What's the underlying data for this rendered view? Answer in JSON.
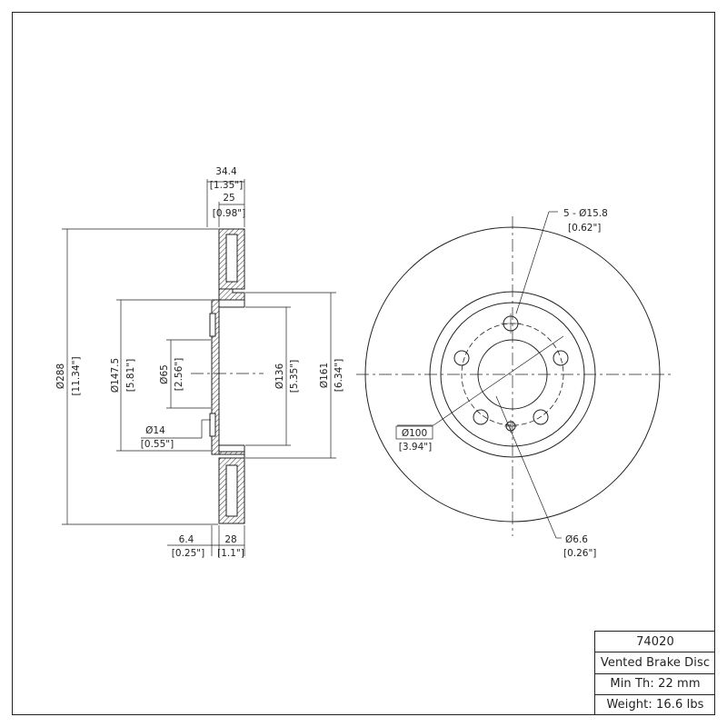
{
  "side_view": {
    "overall_width": "34.4",
    "overall_width_in": "[1.35\"]",
    "disc_thickness": "25",
    "disc_thickness_in": "[0.98\"]",
    "outer_dia": "Ø288",
    "outer_dia_in": "[11.34\"]",
    "d1475": "Ø147.5",
    "d1475_in": "[5.81\"]",
    "center_bore": "Ø65",
    "center_bore_in": "[2.56\"]",
    "stud_hole": "Ø14",
    "stud_hole_in": "[0.55\"]",
    "d136": "Ø136",
    "d136_in": "[5.35\"]",
    "d161": "Ø161",
    "d161_in": "[6.34\"]",
    "hat_thickness": "6.4",
    "hat_thickness_in": "[0.25\"]",
    "hat_depth": "28",
    "hat_depth_in": "[1.1\"]"
  },
  "front_view": {
    "bolt_holes": "5 - Ø15.8",
    "bolt_holes_in": "[0.62\"]",
    "bolt_circle": "Ø100",
    "bolt_circle_in": "[3.94\"]",
    "small_hole": "Ø6.6",
    "small_hole_in": "[0.26\"]"
  },
  "title_block": {
    "part_number": "74020",
    "description": "Vented Brake Disc",
    "min_thickness": "Min Th: 22 mm",
    "weight": "Weight: 16.6 lbs"
  }
}
